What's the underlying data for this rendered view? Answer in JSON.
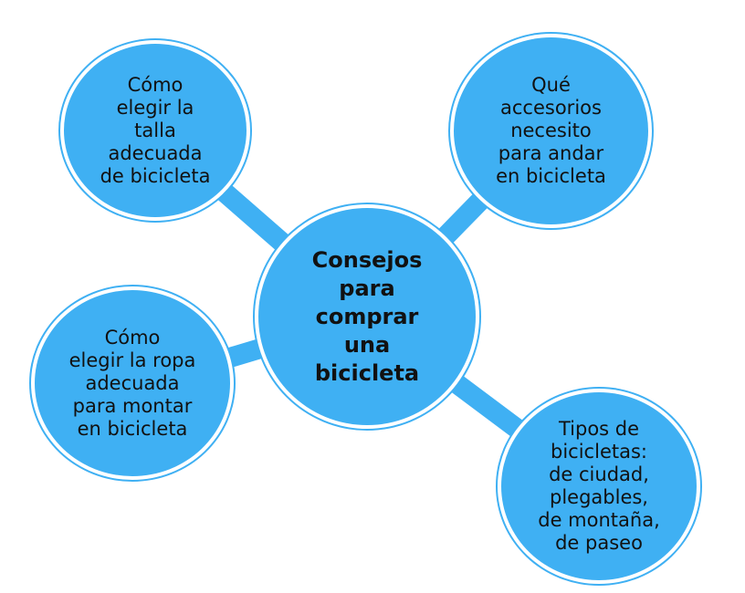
{
  "colors": {
    "node_fill": "#3fb0f3",
    "connector": "#3fb0f3",
    "text": "#111111"
  },
  "center": {
    "label": "Consejos\npara\ncomprar\nuna\nbicicleta"
  },
  "branches": {
    "top_left": "Cómo\nelegir la\ntalla\nadecuada\nde bicicleta",
    "top_right": "Qué\naccesorios\nnecesito\npara andar\nen bicicleta",
    "middle_left": "Cómo\nelegir la ropa\nadecuada\npara montar\nen bicicleta",
    "bottom_right": "Tipos de\nbicicletas:\nde ciudad,\nplegables,\nde montaña,\nde paseo"
  }
}
